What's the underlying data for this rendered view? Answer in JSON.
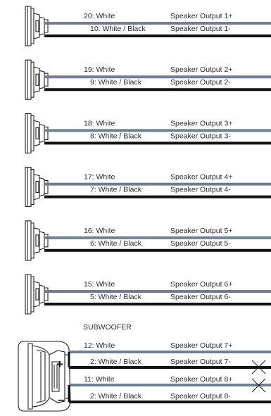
{
  "speakers": [
    {
      "pos_wire": "20: White",
      "pos_label": "Speaker Output 1+",
      "neg_wire": "10: White / Black",
      "neg_label": "Speaker Output 1-"
    },
    {
      "pos_wire": "19: White",
      "pos_label": "Speaker Output 2+",
      "neg_wire": "9: White / Black",
      "neg_label": "Speaker Output 2-"
    },
    {
      "pos_wire": "18: White",
      "pos_label": "Speaker Output 3+",
      "neg_wire": "8: White / Black",
      "neg_label": "Speaker Output 3-"
    },
    {
      "pos_wire": "17: White",
      "pos_label": "Speaker Output 4+",
      "neg_wire": "7: White / Black",
      "neg_label": "Speaker Output 4-"
    },
    {
      "pos_wire": "16: White",
      "pos_label": "Speaker Output 5+",
      "neg_wire": "6: White / Black",
      "neg_label": "Speaker Output 5-"
    },
    {
      "pos_wire": "15: White",
      "pos_label": "Speaker Output 6+",
      "neg_wire": "5: White / Black",
      "neg_label": "Speaker Output 6-"
    }
  ],
  "subwoofer": {
    "title": "SUBWOOFER",
    "plus_symbol": "+",
    "minus_symbol": "–",
    "wires": [
      {
        "wire": "12: White",
        "label": "Speaker Output 7+",
        "crossed": false
      },
      {
        "wire": "2: White / Black",
        "label": "Speaker Output 7-",
        "crossed": true
      },
      {
        "wire": "11: White",
        "label": "Speaker Output 8+",
        "crossed": true
      },
      {
        "wire": "2: White / Black",
        "label": "Speaker Output 8-",
        "crossed": false
      }
    ]
  },
  "colors": {
    "white_wire": "#6e7f8f",
    "black_wire": "#111111",
    "text": "#2a2a2a"
  },
  "icons": {
    "speaker": "speaker-icon",
    "subwoofer": "subwoofer-icon",
    "cross": "x-mark-icon"
  }
}
